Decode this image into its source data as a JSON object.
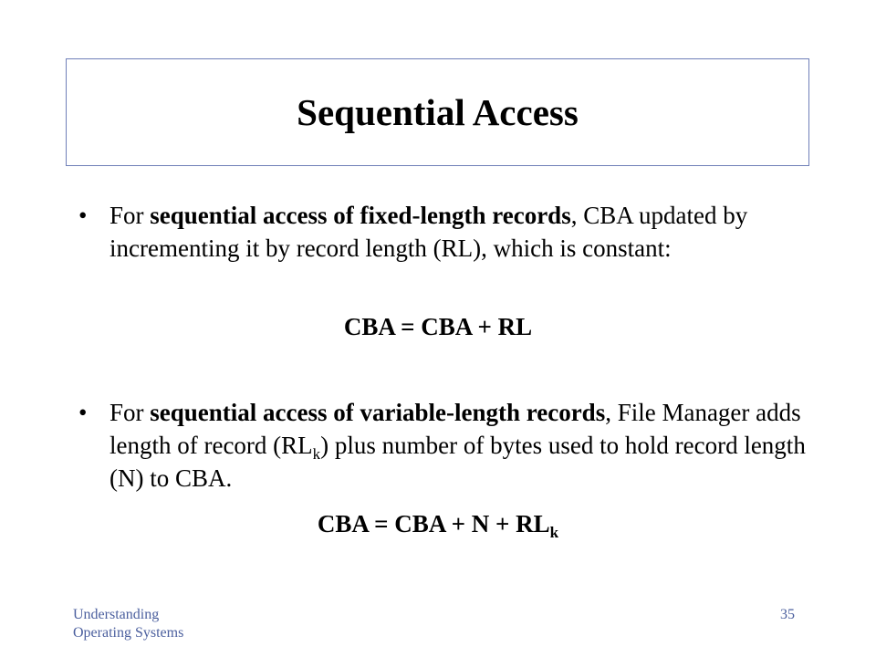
{
  "slide": {
    "title": "Sequential Access",
    "bullet_char": "•",
    "bullet1": {
      "pre": "For ",
      "bold": "sequential access of fixed-length records",
      "post": ", CBA updated by incrementing it by record length (RL), which is constant:"
    },
    "formula1": "CBA = CBA + RL",
    "bullet2": {
      "pre": "For ",
      "bold": "sequential access of variable-length records",
      "mid": ", File Manager adds length of record (RL",
      "sub": "k",
      "post": ") plus number of bytes used to hold record length (N) to CBA."
    },
    "formula2": {
      "main": "CBA = CBA + N + RL",
      "sub": "k"
    }
  },
  "footer": {
    "line1": "Understanding",
    "line2": "Operating Systems",
    "page_number": "35"
  },
  "colors": {
    "title_border": "#6f7fb8",
    "footer_text": "#4b5f9e"
  }
}
